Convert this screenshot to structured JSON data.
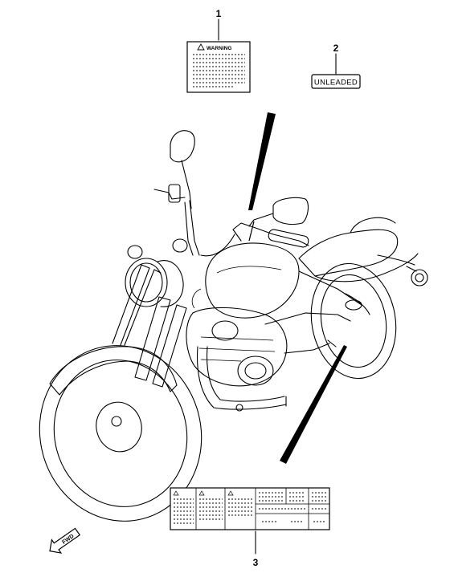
{
  "callouts": {
    "item1": "1",
    "item2": "2",
    "item3": "3"
  },
  "warning_label": {
    "heading": "WARNING"
  },
  "unleaded_label": {
    "text": "UNLEADED"
  },
  "fwd_arrow": {
    "text": "FWD",
    "icon": "fwd-arrow-icon"
  },
  "colors": {
    "ink": "#000000",
    "paper": "#ffffff"
  }
}
